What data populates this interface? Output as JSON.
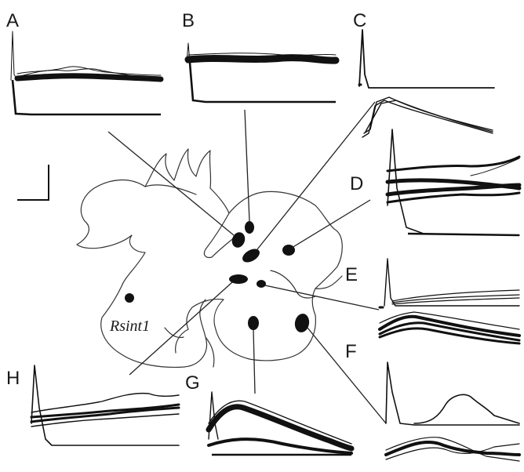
{
  "panel_labels": {
    "a": "A",
    "b": "B",
    "c": "C",
    "d": "D",
    "e": "E",
    "f": "F",
    "g": "G",
    "h": "H"
  },
  "region_label": "Rsint1",
  "colors": {
    "ink": "#111111",
    "outline": "#333333",
    "background": "#ffffff"
  }
}
